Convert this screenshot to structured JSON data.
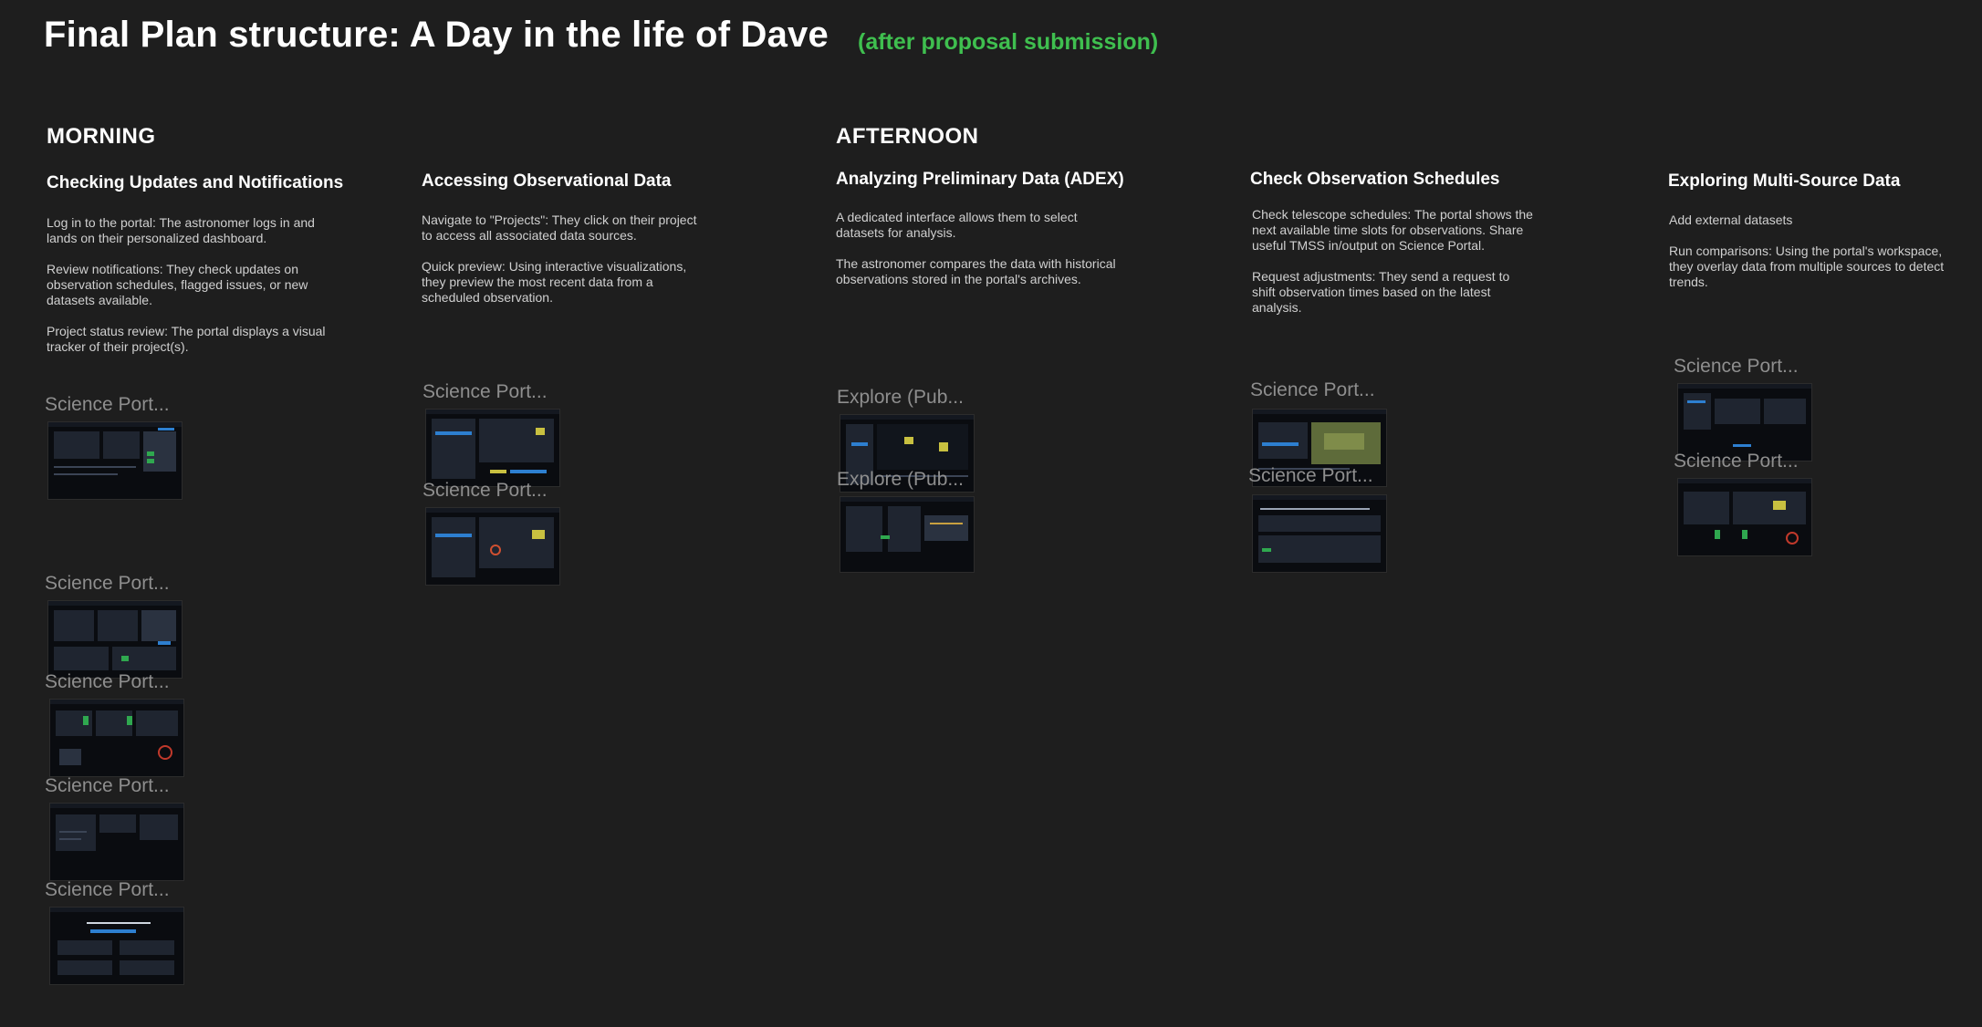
{
  "page": {
    "title": "Final Plan structure: A Day in the life of Dave",
    "subtitle": "(after proposal submission)"
  },
  "sections": {
    "morning": "MORNING",
    "afternoon": "AFTERNOON"
  },
  "columns": [
    {
      "heading": "Checking Updates and Notifications",
      "paragraphs": [
        "Log in to the portal: The astronomer logs in and lands on their personalized dashboard.",
        "Review notifications: They check updates on observation schedules, flagged issues, or new datasets available.",
        "Project status review: The portal displays a visual tracker of their project(s)."
      ],
      "frames": [
        "Science Port...",
        "Science Port...",
        "Science Port...",
        "Science Port...",
        "Science Port..."
      ]
    },
    {
      "heading": "Accessing Observational Data",
      "paragraphs": [
        "Navigate to \"Projects\": They click on their project to access all associated data sources.",
        "Quick preview: Using interactive visualizations, they preview the most recent data from a scheduled observation."
      ],
      "frames": [
        "Science Port...",
        "Science Port..."
      ]
    },
    {
      "heading": "Analyzing Preliminary Data (ADEX)",
      "paragraphs": [
        "A dedicated interface allows them to select datasets for analysis.",
        "The astronomer compares the data with historical observations stored in the portal's archives."
      ],
      "frames": [
        "Explore (Pub...",
        "Explore (Pub..."
      ]
    },
    {
      "heading": "Check Observation Schedules",
      "paragraphs": [
        "Check telescope schedules: The portal shows the next available time slots for observations. Share useful TMSS in/output on Science Portal.",
        "Request adjustments: They send a request to shift observation times based on the latest analysis."
      ],
      "frames": [
        "Science Port...",
        "Science Port..."
      ]
    },
    {
      "heading": "Exploring Multi-Source Data",
      "paragraphs": [
        "Add external datasets",
        "Run comparisons: Using the portal's workspace, they overlay data from multiple sources to detect trends."
      ],
      "frames": [
        "Science Port...",
        "Science Port..."
      ]
    }
  ],
  "colors": {
    "background": "#1e1e1e",
    "subtitle": "#3fbf4f",
    "frame_label": "#8e8e8e",
    "thumbnail_accent_blue": "#2d7fd0",
    "thumbnail_accent_green": "#2fa84f"
  }
}
